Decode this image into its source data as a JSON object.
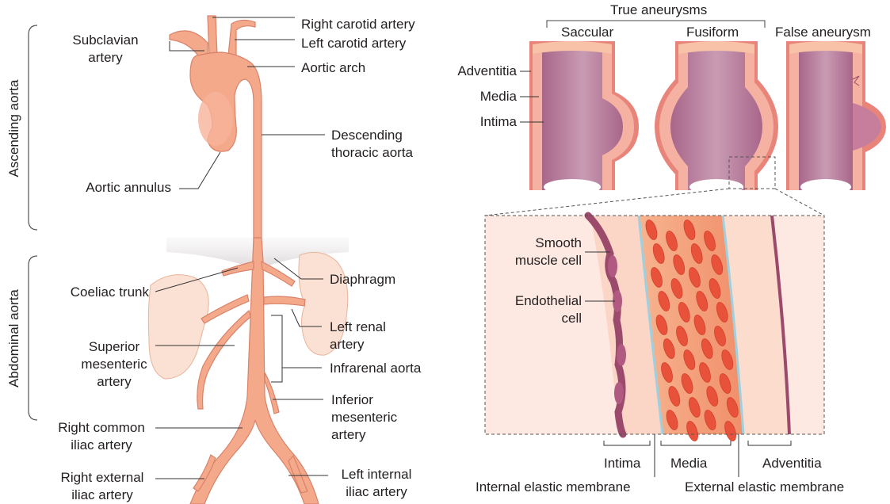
{
  "left_panel": {
    "section_labels": {
      "ascending_aorta": "Ascending aorta",
      "abdominal_aorta": "Abdominal aorta"
    },
    "labels": {
      "subclavian_artery": "Subclavian\nartery",
      "right_carotid_artery": "Right carotid artery",
      "left_carotid_artery": "Left carotid artery",
      "aortic_arch": "Aortic arch",
      "descending_thoracic_aorta": "Descending\nthoracic aorta",
      "aortic_annulus": "Aortic annulus",
      "coeliac_trunk": "Coeliac trunk",
      "diaphragm": "Diaphragm",
      "left_renal_artery": "Left renal\nartery",
      "superior_mesenteric_artery": "Superior\nmesenteric\nartery",
      "infrarenal_aorta": "Infrarenal aorta",
      "inferior_mesenteric_artery": "Inferior\nmesenteric\nartery",
      "right_common_iliac_artery": "Right common\niliac artery",
      "right_external_iliac_artery": "Right external\niliac artery",
      "left_internal_iliac_artery": "Left internal\niliac artery"
    }
  },
  "right_panel": {
    "true_aneurysms": "True aneurysms",
    "saccular": "Saccular",
    "fusiform": "Fusiform",
    "false_aneurysm": "False aneurysm",
    "wall_layers": {
      "adventitia": "Adventitia",
      "media": "Media",
      "intima": "Intima"
    },
    "detail_labels": {
      "smooth_muscle_cell": "Smooth\nmuscle cell",
      "endothelial_cell": "Endothelial\ncell",
      "intima": "Intima",
      "media": "Media",
      "adventitia": "Adventitia",
      "internal_elastic_membrane": "Internal elastic membrane",
      "external_elastic_membrane": "External elastic membrane"
    }
  },
  "colors": {
    "vessel_fill": "#f4a98b",
    "vessel_stroke": "#d9826a",
    "lumen": "#b87b9a",
    "wall": "#f0a090",
    "elastic_membrane": "#9fd0df",
    "smooth_muscle": "#e8523a",
    "endothelium": "#9c4a6c",
    "kidney": "#fbe1d3"
  }
}
